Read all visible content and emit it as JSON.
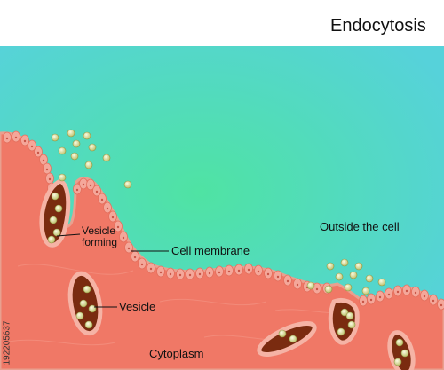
{
  "title": "Endocytosis",
  "labels": {
    "outside": "Outside the cell",
    "membrane": "Cell membrane",
    "vesicle_forming_line1": "Vesicle",
    "vesicle_forming_line2": "forming",
    "vesicle": "Vesicle",
    "cytoplasm": "Cytoplasm"
  },
  "stock_id": "192205637",
  "colors": {
    "outside_light": "#4fe3a3",
    "outside_edge": "#56d2da",
    "cytoplasm": "#f07866",
    "membrane_cells": "#f4a79a",
    "vesicle_interior": "#7a2b10",
    "particle": "#d4d88a"
  }
}
